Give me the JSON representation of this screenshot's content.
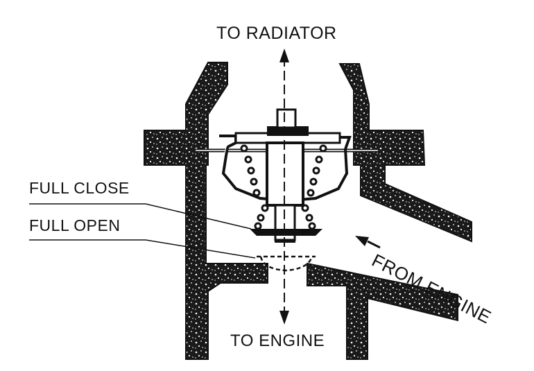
{
  "labels": {
    "to_radiator": "TO RADIATOR",
    "to_engine": "TO ENGINE",
    "full_close": "FULL CLOSE",
    "full_open": "FULL OPEN",
    "from_engine": "FROM ENGINE"
  },
  "colors": {
    "ink": "#111111",
    "paper": "#ffffff",
    "speckle": "#ffffff"
  }
}
